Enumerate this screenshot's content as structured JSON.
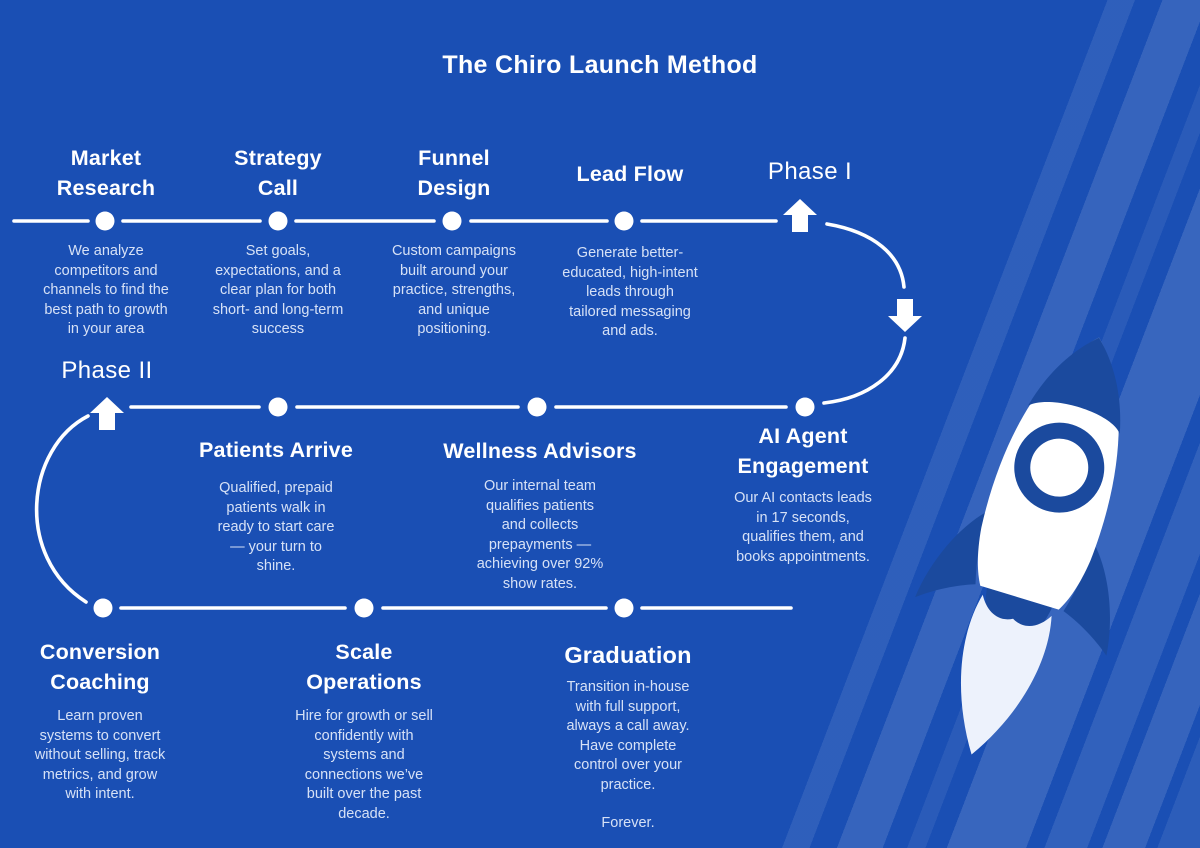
{
  "title": "The Chiro Launch Method",
  "phase_labels": {
    "phase_1": "Phase I",
    "phase_2": "Phase II"
  },
  "nodes": [
    {
      "label": "Market Research",
      "description": "We analyze competitors and channels to find the best path to growth in your area"
    },
    {
      "label": "Strategy Call",
      "description": "Set goals, expectations, and a clear plan for both short- and long-term success"
    },
    {
      "label": "Funnel Design",
      "description": "Custom campaigns built around your practice, strengths, and unique positioning."
    },
    {
      "label": "Lead Flow",
      "description": "Generate better-educated, high-intent leads through tailored messaging and ads."
    },
    {
      "label": "AI Agent Engagement",
      "description": "Our AI contacts leads in 17 seconds, qualifies them, and books appointments."
    },
    {
      "label": "Wellness Advisors",
      "description": "Our internal team qualifies patients and collects prepayments — achieving over 92% show rates."
    },
    {
      "label": "Patients Arrive",
      "description": "Qualified, prepaid patients walk in ready to start care — your turn to shine."
    },
    {
      "label": "Conversion Coaching",
      "description": "Learn proven systems to convert without selling, track metrics, and grow with intent."
    },
    {
      "label": "Scale Operations",
      "description": "Hire for growth or sell confidently with systems and connections we’ve built over the past decade."
    },
    {
      "label": "Graduation",
      "description": "Transition in-house with full support, always a call away. Have complete control over your practice.",
      "description_footer": "Forever."
    }
  ],
  "icons": {
    "rocket": "rocket-illustration",
    "arrow_up": "block-arrow-up",
    "arrow_down": "block-arrow-down",
    "timeline_dot": "white-circle-node"
  },
  "colors": {
    "background": "#1a4fb4",
    "streaks": "lighter-blue diagonal bands on right side",
    "heading_text": "#ffffff",
    "description_text": "#d6e1f6",
    "rocket_dark": "#1b4a9e",
    "rocket_body": "#ffffff",
    "rocket_flame": "#edf2fc"
  }
}
